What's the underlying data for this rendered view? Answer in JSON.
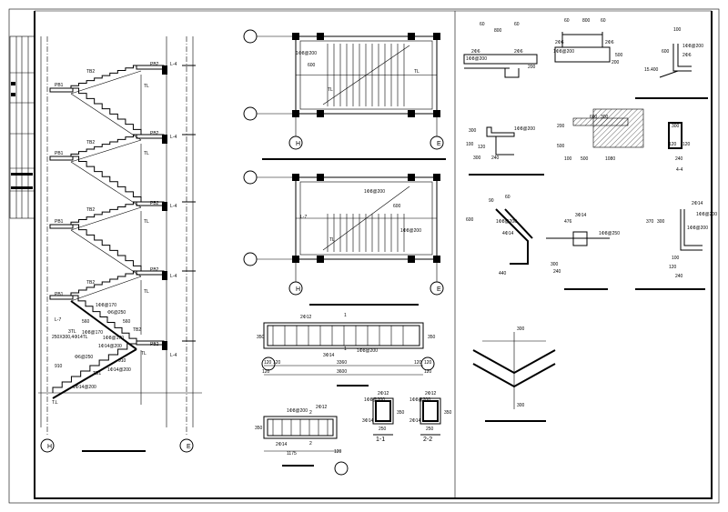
{
  "drawing": {
    "stair_section": {
      "grid_left": "H",
      "grid_right": "E",
      "labels": [
        "PB2",
        "PB2",
        "PB2",
        "PB2",
        "PB2",
        "PB1",
        "PB1",
        "PB1",
        "PB1",
        "TB2",
        "TB2",
        "TB2",
        "TB2",
        "TB2",
        "TL",
        "TL",
        "TL",
        "TL",
        "TL",
        "L-4",
        "L-4",
        "L-4",
        "L-4",
        "L-4",
        "L-7",
        "1Φ8@170",
        "Φ6@250",
        "560",
        "560",
        "3TL",
        "250X300,4Φ14TL",
        "1Φ8@170",
        "1Φ8@170",
        "1Φ14@200",
        "Φ6@250",
        "910",
        "910",
        "1Φ14@200",
        "TB1",
        "1Φ14@200",
        "T.L"
      ]
    },
    "plans": {
      "grid_left": "H",
      "grid_right": "E",
      "labels_top": [
        "1Φ8@200",
        "600",
        "TL",
        "TL"
      ],
      "labels_bottom": [
        "1Φ8@200",
        "600",
        "L-7",
        "TL",
        "1Φ8@200"
      ]
    },
    "beam_elevation": {
      "labels": [
        "2Φ12",
        "3Φ14",
        "1Φ8@200",
        "1",
        "1",
        "350",
        "350",
        "120",
        "120",
        "120",
        "120",
        "3360",
        "3600",
        "120",
        "120"
      ]
    },
    "small_beam": {
      "labels": [
        "1Φ8@200",
        "2Φ12",
        "2Φ14",
        "2",
        "2",
        "350",
        "1175",
        "120"
      ]
    },
    "sections": {
      "s1": {
        "labels": [
          "2Φ12",
          "1Φ8@200",
          "3Φ14",
          "350",
          "250"
        ],
        "title": "1-1"
      },
      "s2": {
        "labels": [
          "2Φ12",
          "1Φ8@200",
          "2Φ14",
          "350",
          "250"
        ],
        "title": "2-2"
      }
    },
    "details": {
      "labels": [
        "60",
        "800",
        "60",
        "2Φ6",
        "2Φ6",
        "1Φ8@200",
        "200",
        "60",
        "800",
        "60",
        "2Φ6",
        "2Φ6",
        "1Φ8@200",
        "200",
        "500",
        "100",
        "600",
        "15.400",
        "1Φ8@200",
        "2Φ6",
        "300",
        "1Φ8@200",
        "100",
        "120",
        "300",
        "240",
        "200",
        "500",
        "600",
        "300",
        "500",
        "100",
        "1080",
        "300",
        "120",
        "120",
        "240",
        "4-4",
        "300",
        "2Φ14",
        "1Φ8@200",
        "90",
        "60",
        "600",
        "1Φ8@200",
        "4Φ14",
        "440",
        "476",
        "3Φ14",
        "300",
        "240",
        "1Φ8@250",
        "370",
        "1Φ8@200",
        "100",
        "120",
        "240",
        "300",
        "300"
      ]
    }
  }
}
